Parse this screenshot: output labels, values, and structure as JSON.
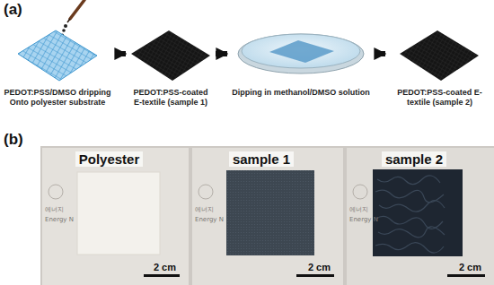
{
  "diagram": {
    "nodes": [
      {
        "text": [
          "PEDOT:PSS/DMSO dripping Onto polyester substrate"
        ]
      },
      {
        "text": [
          "PEDOT:PSS-coated E-textile (sample 1)"
        ]
      },
      {
        "text": [
          "Dipping in methanol/DMSO solution"
        ]
      },
      {
        "text": [
          "PEDOT:PSS-coated E-textile (sample 2)"
        ]
      },
      {
        "text": [
          "Polyester",
          "2 cm"
        ]
      },
      {
        "text": [
          "sample 1",
          "2 cm"
        ]
      },
      {
        "text": [
          "sample 2",
          "2 cm"
        ]
      }
    ],
    "edges": [
      {
        "from": 0,
        "to": 1,
        "arrow": "to"
      },
      {
        "from": 1,
        "to": 2,
        "arrow": "to"
      },
      {
        "from": 2,
        "to": 3,
        "arrow": "to"
      }
    ],
    "labels": [
      "(a)",
      "(b)",
      "에너지",
      "Energy N",
      "에너지",
      "Energy N",
      "에너지",
      "Energy N"
    ]
  }
}
